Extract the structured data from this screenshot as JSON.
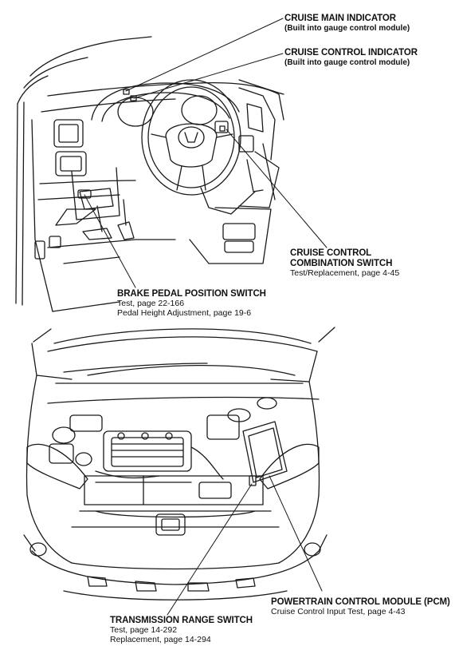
{
  "labels": {
    "cruise_main": {
      "title": "CRUISE MAIN INDICATOR",
      "sub": "(Built into gauge control module)"
    },
    "cruise_control_ind": {
      "title": "CRUISE CONTROL INDICATOR",
      "sub": "(Built into gauge control module)"
    },
    "combo_switch": {
      "title1": "CRUISE CONTROL",
      "title2": "COMBINATION SWITCH",
      "line1": "Test/Replacement, page 4-45"
    },
    "brake_switch": {
      "title": "BRAKE PEDAL POSITION SWITCH",
      "line1": "Test, page 22-166",
      "line2": "Pedal Height Adjustment, page 19-6"
    },
    "pcm": {
      "title": "POWERTRAIN CONTROL MODULE (PCM)",
      "line1": "Cruise Control Input Test, page 4-43"
    },
    "trans_switch": {
      "title": "TRANSMISSION RANGE SWITCH",
      "line1": "Test, page 14-292",
      "line2": "Replacement, page 14-294"
    }
  }
}
